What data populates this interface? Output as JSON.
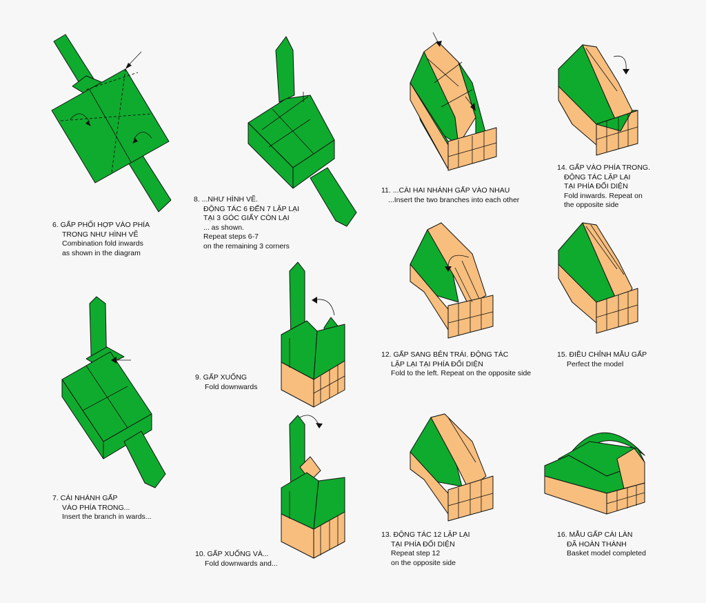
{
  "colors": {
    "green": "#0fab2e",
    "tan": "#f7be7e",
    "line": "#111111",
    "background": "#f7f7f7"
  },
  "steps": [
    {
      "lines": [
        "6. GẤP PHỐI HỢP VÀO PHÍA",
        "TRONG NHƯ HÌNH VẼ",
        "Combination fold inwards",
        "as shown in the diagram"
      ]
    },
    {
      "lines": [
        "7. CÁI NHÁNH GẤP",
        "VÀO PHÍA TRONG...",
        "Insert the branch in wards..."
      ]
    },
    {
      "lines": [
        "8. ...NHƯ HÌNH VẼ.",
        "ĐỘNG TÁC 6 ĐẾN 7 LẶP LẠI",
        "TẠI 3 GÓC GIẤY CÒN LẠI",
        "... as shown.",
        "Repeat steps 6-7",
        "on the remaining 3 corners"
      ]
    },
    {
      "lines": [
        "9. GẤP XUỐNG",
        "Fold downwards"
      ]
    },
    {
      "lines": [
        "10. GẤP XUỐNG VÀ...",
        "Fold downwards and..."
      ]
    },
    {
      "lines": [
        "11. ...CÀI HAI NHÁNH GẤP VÀO NHAU",
        "...Insert the two branches into each other"
      ]
    },
    {
      "lines": [
        "12. GẤP SANG BÊN TRÁI. ĐỘNG TÁC",
        "LẶP LẠI TẠI PHÍA ĐỐI DIỆN",
        "Fold to the left. Repeat on the opposite side"
      ]
    },
    {
      "lines": [
        "13. ĐỘNG TÁC 12 LẶP LẠI",
        "TẠI PHÍA ĐỐI DIỆN",
        "Repeat step 12",
        "on the opposite side"
      ]
    },
    {
      "lines": [
        "14. GẤP VÀO PHÍA TRONG.",
        "ĐỘNG TÁC LẶP LẠI",
        "TẠI PHÍA ĐỐI DIỆN",
        "Fold inwards. Repeat on",
        "the opposite side"
      ]
    },
    {
      "lines": [
        "15. ĐIỀU CHỈNH MẪU GẤP",
        "Perfect the model"
      ]
    },
    {
      "lines": [
        "16. MẪU GẤP CÁI LÀN",
        "ĐÃ HOÀN THÀNH",
        "Basket model completed"
      ]
    }
  ]
}
